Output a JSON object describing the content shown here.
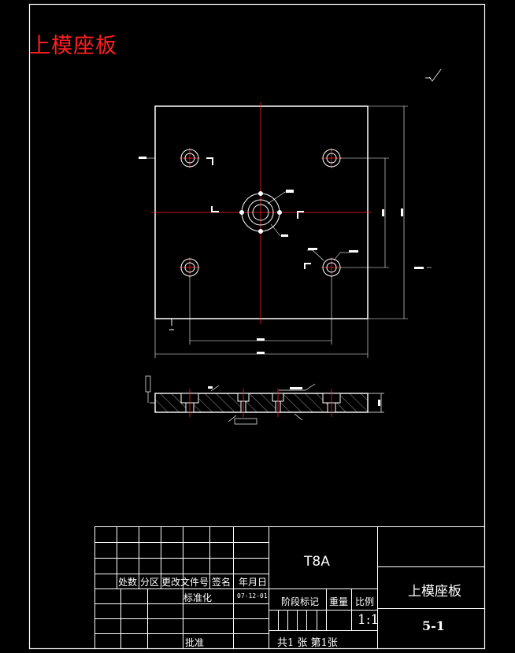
{
  "drawing": {
    "title": "上模座板",
    "colors": {
      "background": "#000000",
      "line": "#ffffff",
      "centerline": "#ff2020",
      "title": "#ff1e1e",
      "hatch": "#ffffff"
    }
  },
  "title_block": {
    "material": "T8A",
    "part_name": "上模座板",
    "drawing_number": "5-1",
    "scale": "1:1",
    "sheet_info": "共1 张 第1张",
    "date": "07-12-01",
    "labels": {
      "mark_count": "处数",
      "zone": "分区",
      "change_doc": "更改文件号",
      "signature": "签名",
      "date_label": "年月日",
      "standardize": "标准化",
      "stage_mark": "阶段标记",
      "weight": "重量",
      "scale_label": "比例",
      "approve": "批准"
    }
  }
}
